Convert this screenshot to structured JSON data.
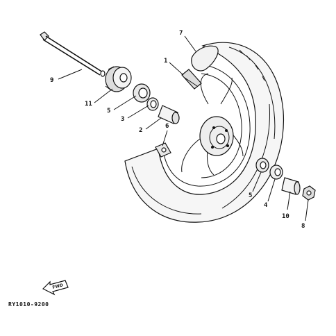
{
  "diagram": {
    "reference_code": "RY1010-9200",
    "forward_badge": "FWD",
    "callouts": {
      "c1": "1",
      "c2": "2",
      "c3": "3",
      "c4": "4",
      "c5a": "5",
      "c5b": "5",
      "c6": "6",
      "c7": "7",
      "c8": "8",
      "c9": "9",
      "c10": "10",
      "c11": "11"
    }
  }
}
